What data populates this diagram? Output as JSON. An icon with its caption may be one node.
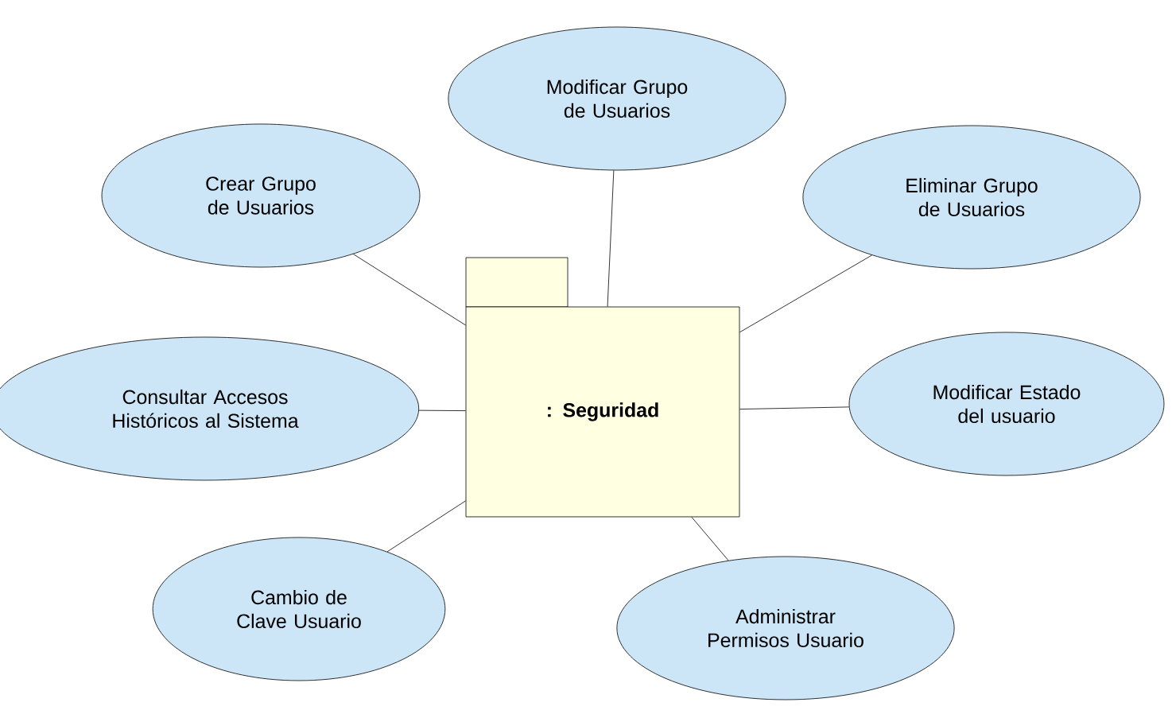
{
  "diagram": {
    "nodes": [
      {
        "text": [
          "Modificar Grupo de Usuarios"
        ]
      },
      {
        "text": [
          "Crear Grupo de Usuarios"
        ]
      },
      {
        "text": [
          "Eliminar Grupo de Usuarios"
        ]
      },
      {
        "text": [
          "Consultar Accesos Históricos al Sistema"
        ]
      },
      {
        "text": [
          ": Seguridad"
        ]
      },
      {
        "text": [
          "Modificar Estado del usuario"
        ]
      },
      {
        "text": [
          "Cambio de Clave Usuario"
        ]
      },
      {
        "text": [
          "Administrar Permisos Usuario"
        ]
      }
    ],
    "edges": [
      {
        "from": 4,
        "to": 0,
        "arrow": "none"
      },
      {
        "from": 4,
        "to": 1,
        "arrow": "none"
      },
      {
        "from": 4,
        "to": 2,
        "arrow": "none"
      },
      {
        "from": 4,
        "to": 3,
        "arrow": "none"
      },
      {
        "from": 4,
        "to": 5,
        "arrow": "none"
      },
      {
        "from": 4,
        "to": 6,
        "arrow": "none"
      },
      {
        "from": 4,
        "to": 7,
        "arrow": "none"
      }
    ]
  }
}
